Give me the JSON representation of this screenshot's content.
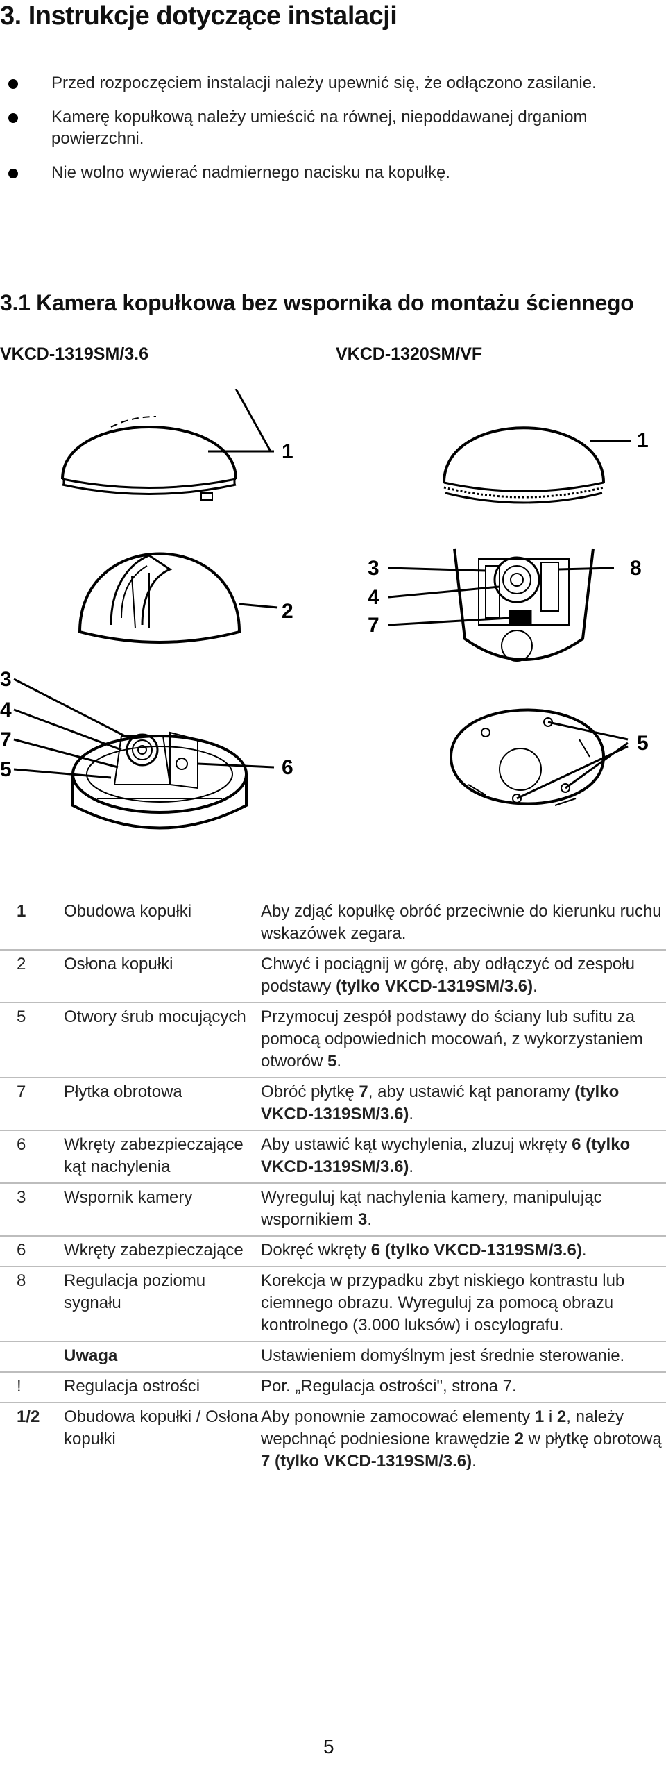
{
  "title": "3.  Instrukcje dotyczące instalacji",
  "bullets": [
    "Przed rozpoczęciem instalacji należy upewnić się, że odłączono zasilanie.",
    "Kamerę kopułkową należy umieścić na równej, niepoddawanej drganiom powierzchni.",
    "Nie wolno wywierać nadmiernego nacisku na kopułkę."
  ],
  "section_title": "3.1  Kamera kopułkowa bez wspornika do montażu ściennego",
  "models": {
    "left": "VKCD-1319SM/3.6",
    "right": "VKCD-1320SM/VF"
  },
  "callouts": {
    "left_1": "1",
    "left_2": "2",
    "left_3": "3",
    "left_4": "4",
    "left_7": "7",
    "left_5": "5",
    "left_6": "6",
    "right_1": "1",
    "right_3": "3",
    "right_4": "4",
    "right_7": "7",
    "right_8": "8",
    "right_5": "5"
  },
  "rows": [
    {
      "num": "1",
      "num_bold": true,
      "item": "Obudowa kopułki",
      "item_bold": false,
      "desc": [
        {
          "t": "Aby zdjąć kopułkę obróć przeciwnie do kierunku ruchu wskazówek zegara.",
          "b": false
        }
      ]
    },
    {
      "num": "2",
      "num_bold": false,
      "item": "Osłona kopułki",
      "item_bold": false,
      "desc": [
        {
          "t": "Chwyć i pociągnij w górę, aby odłączyć od zespołu podstawy ",
          "b": false
        },
        {
          "t": "(tylko VKCD-1319SM/3.6)",
          "b": true
        },
        {
          "t": ".",
          "b": false
        }
      ]
    },
    {
      "num": "5",
      "num_bold": false,
      "item": "Otwory śrub mocujących",
      "item_bold": false,
      "desc": [
        {
          "t": "Przymocuj zespół podstawy do ściany lub sufitu za pomocą odpowiednich mocowań, z wykorzystaniem otworów ",
          "b": false
        },
        {
          "t": "5",
          "b": true
        },
        {
          "t": ".",
          "b": false
        }
      ]
    },
    {
      "num": "7",
      "num_bold": false,
      "item": "Płytka obrotowa",
      "item_bold": false,
      "desc": [
        {
          "t": "Obróć płytkę ",
          "b": false
        },
        {
          "t": "7",
          "b": true
        },
        {
          "t": ", aby ustawić kąt panoramy ",
          "b": false
        },
        {
          "t": "(tylko VKCD-1319SM/3.6)",
          "b": true
        },
        {
          "t": ".",
          "b": false
        }
      ]
    },
    {
      "num": "6",
      "num_bold": false,
      "item": "Wkręty zabezpieczające kąt nachylenia",
      "item_bold": false,
      "desc": [
        {
          "t": "Aby ustawić kąt wychylenia, zluzuj wkręty ",
          "b": false
        },
        {
          "t": "6",
          "b": true
        },
        {
          "t": " (tylko VKCD-1319SM/3.6)",
          "b": true
        },
        {
          "t": ".",
          "b": false
        }
      ]
    },
    {
      "num": "3",
      "num_bold": false,
      "item": "Wspornik kamery",
      "item_bold": false,
      "desc": [
        {
          "t": "Wyreguluj kąt nachylenia kamery, manipulując wspornikiem ",
          "b": false
        },
        {
          "t": "3",
          "b": true
        },
        {
          "t": ".",
          "b": false
        }
      ]
    },
    {
      "num": "6",
      "num_bold": false,
      "item": "Wkręty zabezpieczające",
      "item_bold": false,
      "desc": [
        {
          "t": "Dokręć wkręty ",
          "b": false
        },
        {
          "t": "6",
          "b": true
        },
        {
          "t": " (tylko VKCD-1319SM/3.6)",
          "b": true
        },
        {
          "t": ".",
          "b": false
        }
      ]
    },
    {
      "num": "8",
      "num_bold": false,
      "item": "Regulacja poziomu sygnału",
      "item_bold": false,
      "desc": [
        {
          "t": "Korekcja w przypadku zbyt niskiego kontrastu lub ciemnego obrazu. Wyreguluj za pomocą obrazu kontrolnego (3.000 luksów) i oscylografu.",
          "b": false
        }
      ]
    },
    {
      "num": "",
      "num_bold": false,
      "item": "Uwaga",
      "item_bold": true,
      "desc": [
        {
          "t": "Ustawieniem domyślnym jest średnie sterowanie.",
          "b": false
        }
      ]
    },
    {
      "num": "!",
      "num_bold": false,
      "item": "Regulacja ostrości",
      "item_bold": false,
      "desc": [
        {
          "t": "Por. „Regulacja ostrości\", strona 7.",
          "b": false
        }
      ]
    },
    {
      "num": "1/2",
      "num_bold": true,
      "item": "Obudowa kopułki / Osłona kopułki",
      "item_bold": false,
      "desc": [
        {
          "t": "Aby ponownie zamocować elementy ",
          "b": false
        },
        {
          "t": "1",
          "b": true
        },
        {
          "t": " i ",
          "b": false
        },
        {
          "t": "2",
          "b": true
        },
        {
          "t": ", należy wepchnąć podniesione krawędzie ",
          "b": false
        },
        {
          "t": "2",
          "b": true
        },
        {
          "t": " w płytkę obrotową ",
          "b": false
        },
        {
          "t": "7 (tylko VKCD-1319SM/3.6)",
          "b": true
        },
        {
          "t": ".",
          "b": false
        }
      ]
    }
  ],
  "page_number": "5"
}
